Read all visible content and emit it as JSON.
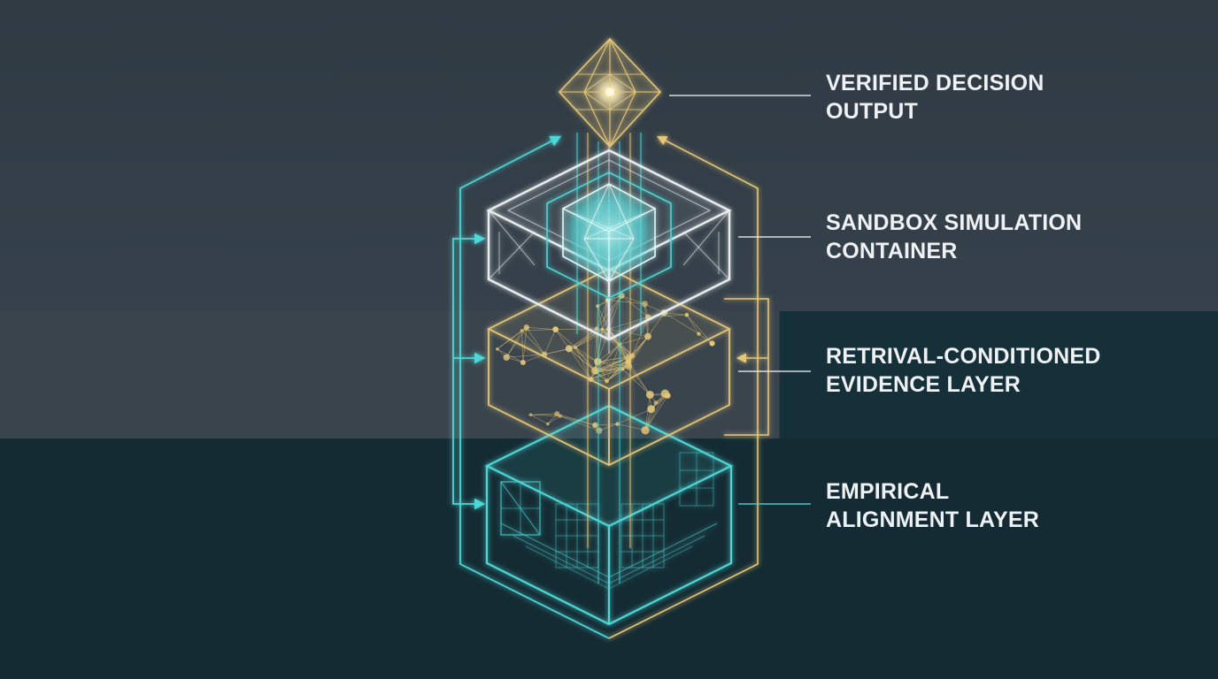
{
  "labels": {
    "output": {
      "line1": "VERIFIED DECISION",
      "line2": "OUTPUT"
    },
    "sandbox": {
      "line1": "SANDBOX SIMULATION",
      "line2": "CONTAINER"
    },
    "evidence": {
      "line1": "RETRIVAL-CONDITIONED",
      "line2": "EVIDENCE LAYER"
    },
    "empirical": {
      "line1": "EMPIRICAL",
      "line2": "ALIGNMENT LAYER"
    }
  },
  "colors": {
    "gold": "#e5c77a",
    "cyan": "#4fd6d6",
    "white": "#e8eef0",
    "text": "#eef2f4",
    "bg_dark": "#142b33",
    "bg_slate": "#35404a"
  }
}
